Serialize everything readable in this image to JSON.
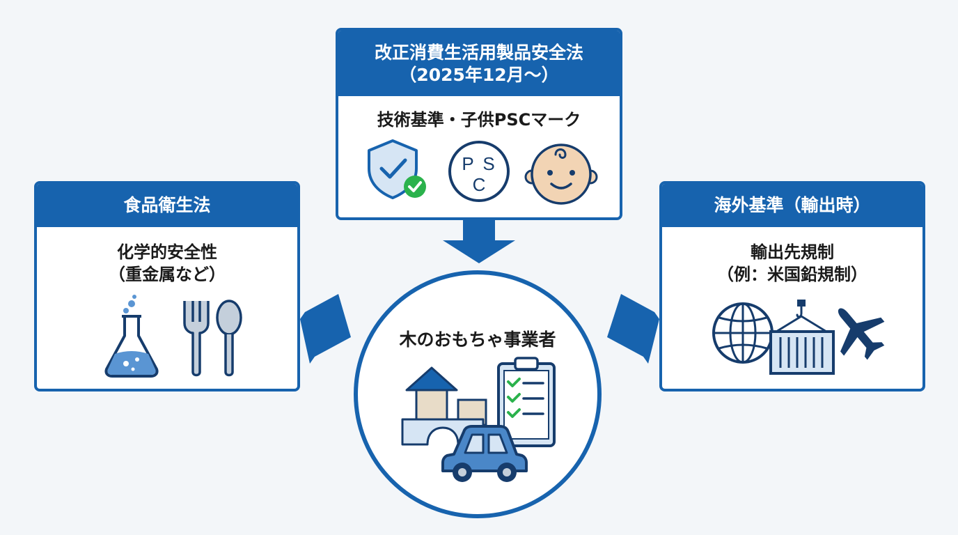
{
  "top_panel": {
    "title_line1": "改正消費生活用製品安全法",
    "title_line2": "（2025年12月〜）",
    "subtitle": "技術基準・子供PSCマーク",
    "icons": [
      "shield-check-icon",
      "psc-mark-icon",
      "baby-face-icon"
    ],
    "psc_letters": {
      "p": "P",
      "s": "S",
      "c": "C"
    }
  },
  "left_panel": {
    "title": "食品衛生法",
    "subtitle_line1": "化学的安全性",
    "subtitle_line2": "（重金属など）",
    "icons": [
      "flask-icon",
      "fork-icon",
      "spoon-icon"
    ]
  },
  "right_panel": {
    "title": "海外基準（輸出時）",
    "subtitle_line1": "輸出先規制",
    "subtitle_line2": "（例：米国鉛規制）",
    "icons": [
      "globe-icon",
      "shipping-container-icon",
      "airplane-icon"
    ]
  },
  "center": {
    "title": "木のおもちゃ事業者",
    "icons": [
      "wooden-blocks-icon",
      "checklist-clipboard-icon",
      "toy-car-icon"
    ]
  },
  "colors": {
    "primary": "#1763ae",
    "light_blue": "#d6e5f4",
    "beige": "#e8dcc8",
    "green": "#2bb24c",
    "background": "#f3f6f9"
  }
}
